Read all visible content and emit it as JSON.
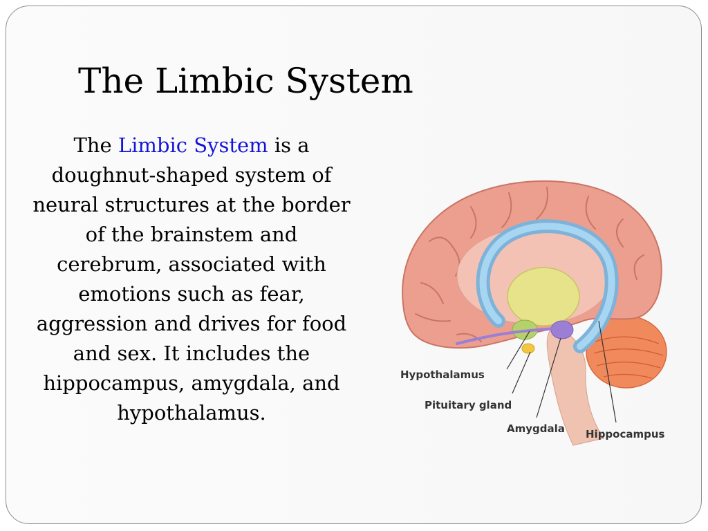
{
  "slide": {
    "title": "The Limbic System",
    "paragraph": {
      "intro": "The ",
      "highlight": "Limbic System",
      "rest": " is a doughnut-shaped system of neural structures at the border of the brainstem and cerebrum, associated with emotions such as fear, aggression and drives for food and sex. It includes the hippocampus, amygdala, and hypothalamus.",
      "highlight_color": "#1515d8"
    }
  },
  "figure": {
    "labels": {
      "hypothalamus": "Hypothalamus",
      "pituitary": "Pituitary gland",
      "amygdala": "Amygdala",
      "hippocampus": "Hippocampus"
    },
    "colors": {
      "cortex": "#ec9f8f",
      "cortex_dark": "#c97565",
      "limbic_loop": "#8fc4e8",
      "thalamus": "#e6e38a",
      "hypothalamus": "#b5d16a",
      "pituitary": "#f2c640",
      "amygdala": "#9b7fd4",
      "cerebellum": "#f08a5d",
      "brainstem": "#f0c3b0"
    }
  }
}
